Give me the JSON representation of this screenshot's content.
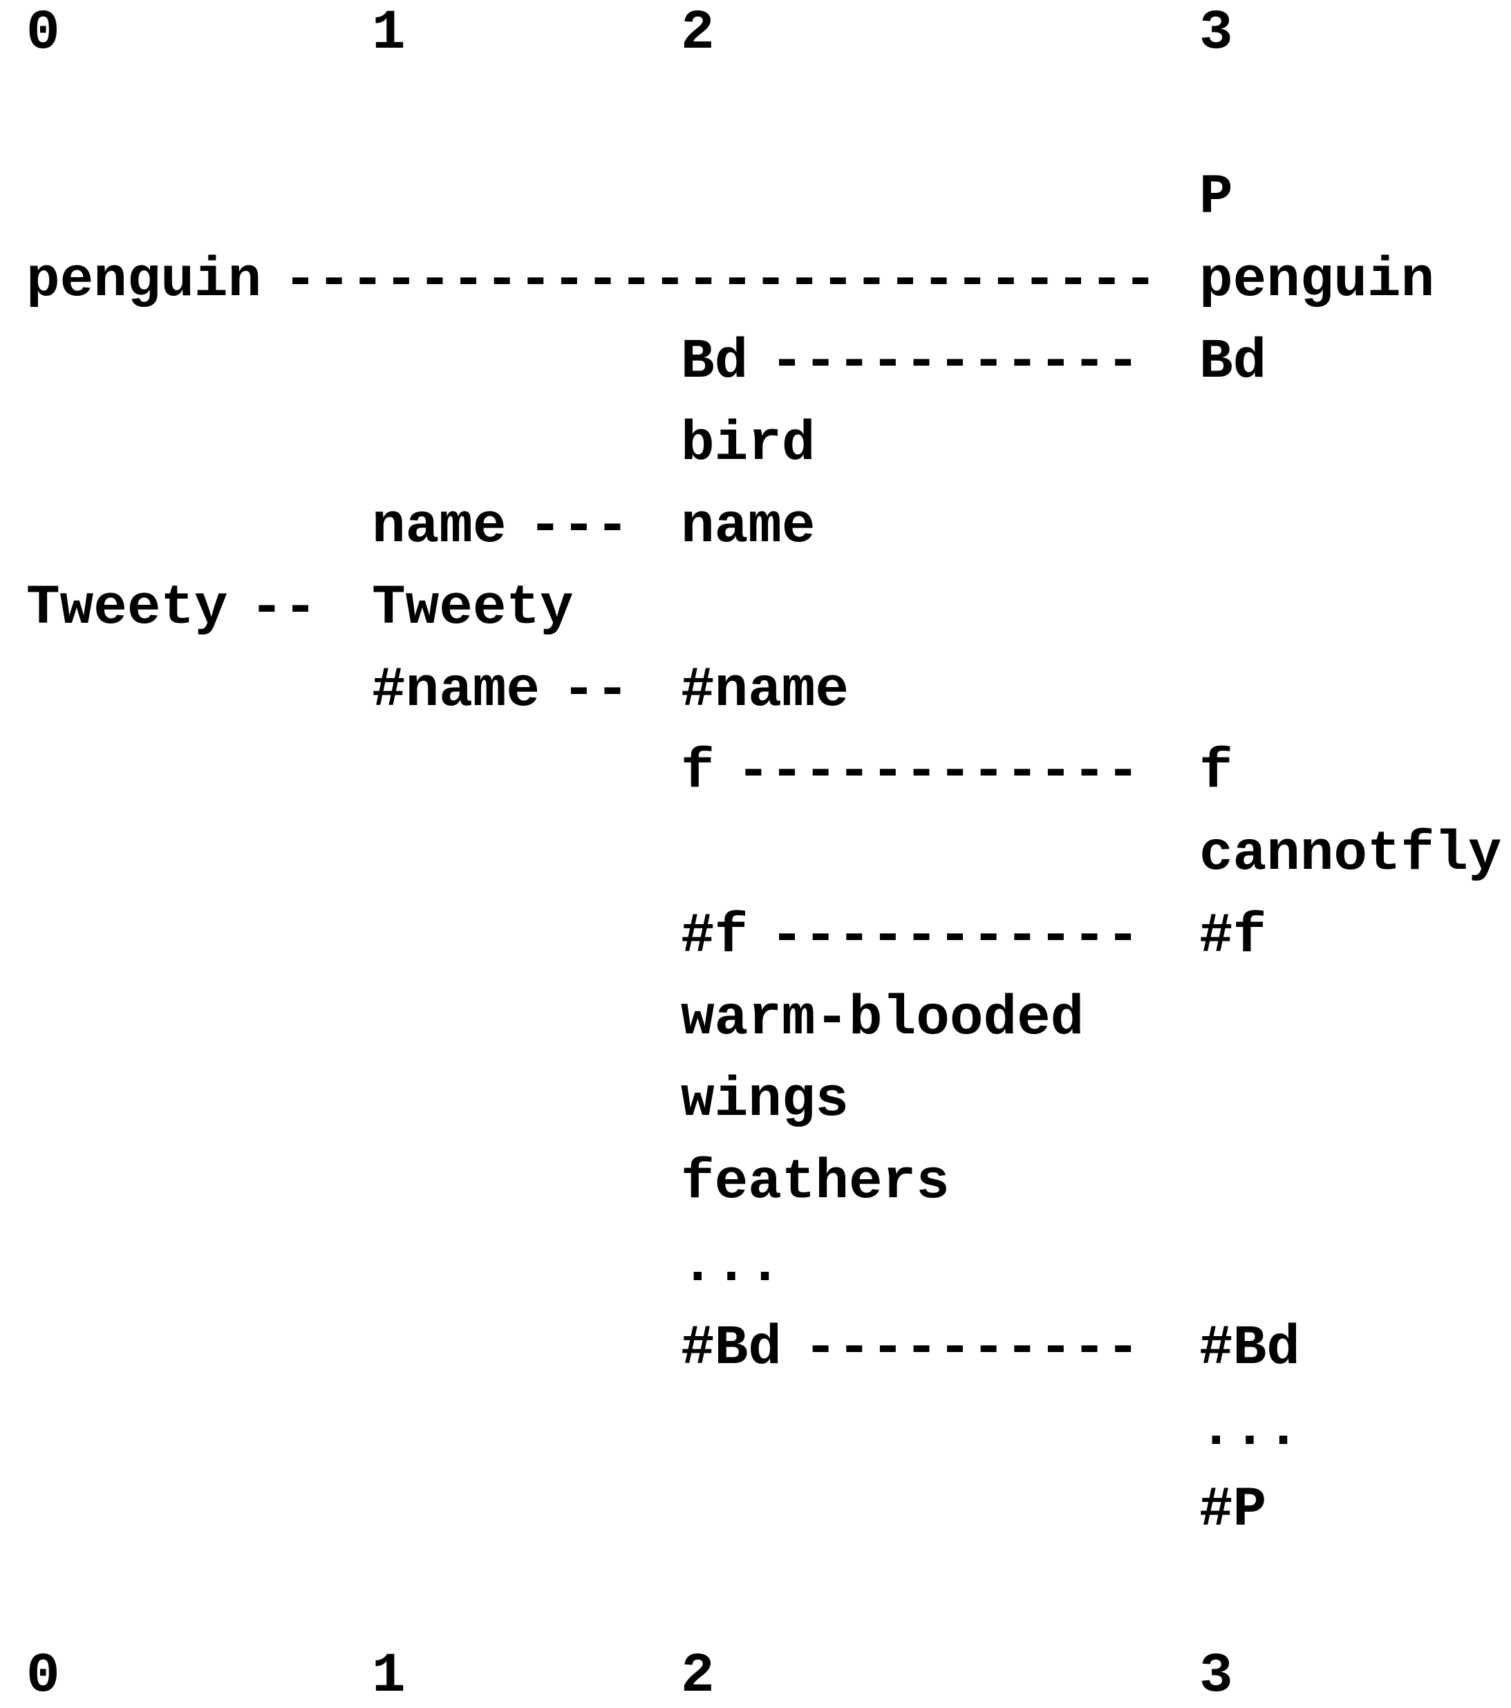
{
  "column_labels_top": [
    "0",
    "1",
    "2",
    "3"
  ],
  "column_labels_bottom": [
    "0",
    "1",
    "2",
    "3"
  ],
  "rows": [
    {
      "id": "p-open",
      "tokens": [
        {
          "col": 3,
          "text": "P"
        }
      ]
    },
    {
      "id": "penguin",
      "tokens": [
        {
          "col": 0,
          "text": "penguin"
        },
        {
          "col": 0,
          "text": "--------------------------",
          "kind": "link"
        },
        {
          "col": 3,
          "text": "penguin"
        }
      ]
    },
    {
      "id": "bd",
      "tokens": [
        {
          "col": 2,
          "text": "Bd"
        },
        {
          "col": 2,
          "text": "-----------",
          "kind": "link"
        },
        {
          "col": 3,
          "text": "Bd"
        }
      ]
    },
    {
      "id": "bird",
      "tokens": [
        {
          "col": 2,
          "text": "bird"
        }
      ]
    },
    {
      "id": "name",
      "tokens": [
        {
          "col": 1,
          "text": "name"
        },
        {
          "col": 1,
          "text": "---",
          "kind": "link"
        },
        {
          "col": 2,
          "text": "name"
        }
      ]
    },
    {
      "id": "tweety",
      "tokens": [
        {
          "col": 0,
          "text": "Tweety"
        },
        {
          "col": 0,
          "text": "--",
          "kind": "link"
        },
        {
          "col": 1,
          "text": "Tweety"
        }
      ]
    },
    {
      "id": "hash-name",
      "tokens": [
        {
          "col": 1,
          "text": "#name"
        },
        {
          "col": 1,
          "text": "--",
          "kind": "link"
        },
        {
          "col": 2,
          "text": "#name"
        }
      ]
    },
    {
      "id": "f",
      "tokens": [
        {
          "col": 2,
          "text": "f"
        },
        {
          "col": 2,
          "text": "------------",
          "kind": "link"
        },
        {
          "col": 3,
          "text": "f"
        }
      ]
    },
    {
      "id": "cannotfly",
      "tokens": [
        {
          "col": 3,
          "text": "cannotfly"
        }
      ]
    },
    {
      "id": "hash-f",
      "tokens": [
        {
          "col": 2,
          "text": "#f"
        },
        {
          "col": 2,
          "text": "-----------",
          "kind": "link"
        },
        {
          "col": 3,
          "text": "#f"
        }
      ]
    },
    {
      "id": "warm-blooded",
      "tokens": [
        {
          "col": 2,
          "text": "warm-blooded"
        }
      ]
    },
    {
      "id": "wings",
      "tokens": [
        {
          "col": 2,
          "text": "wings"
        }
      ]
    },
    {
      "id": "feathers",
      "tokens": [
        {
          "col": 2,
          "text": "feathers"
        }
      ]
    },
    {
      "id": "ellipsis-2",
      "tokens": [
        {
          "col": 2,
          "text": "..."
        }
      ]
    },
    {
      "id": "hash-bd",
      "tokens": [
        {
          "col": 2,
          "text": "#Bd"
        },
        {
          "col": 2,
          "text": "----------",
          "kind": "link"
        },
        {
          "col": 3,
          "text": "#Bd"
        }
      ]
    },
    {
      "id": "ellipsis-3",
      "tokens": [
        {
          "col": 3,
          "text": "..."
        }
      ]
    },
    {
      "id": "hash-p",
      "tokens": [
        {
          "col": 3,
          "text": "#P"
        }
      ]
    }
  ]
}
